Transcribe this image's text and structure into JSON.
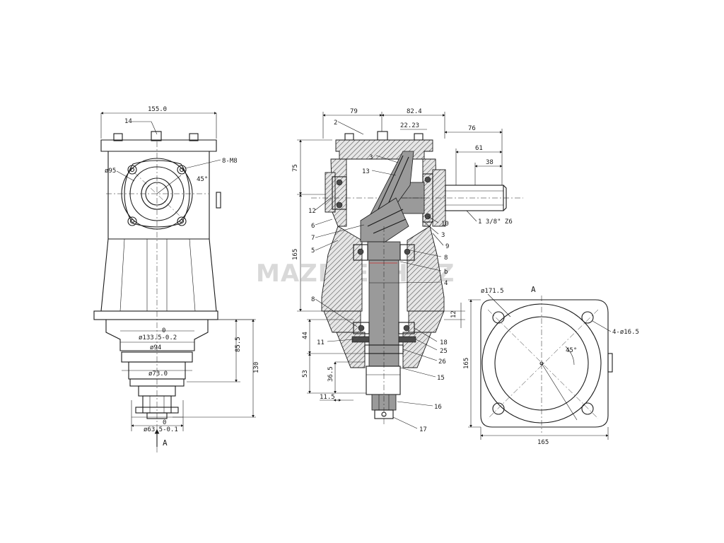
{
  "watermark": "MAZETECH.CZ",
  "left_view": {
    "dims": {
      "width_top": "155.0",
      "bolt_pattern": "8-M8",
      "pcd": "ø95",
      "angle": "45°",
      "d133": "ø133.5-0.2",
      "d133_tol": "0",
      "d94": "ø94",
      "d73": "ø73.0",
      "d63": "ø63.5-0.1",
      "d63_tol": "0",
      "h85": "85.5",
      "h130": "130"
    },
    "callouts": {
      "c14": "14"
    },
    "section_letter": "A"
  },
  "section_view": {
    "dims": {
      "d79": "79",
      "d82": "82.4",
      "d2223": "22.23",
      "d76": "76",
      "d61": "61",
      "d38": "38",
      "d75": "75",
      "d165": "165",
      "d44": "44",
      "d53": "53",
      "d365": "36.5",
      "d115": "11.5",
      "d12": "12",
      "spline": "1 3/8\" Z6"
    },
    "callouts": {
      "c2": "2",
      "c3a": "3",
      "c13": "13",
      "c12": "12",
      "c6": "6",
      "c7": "7",
      "c5": "5",
      "c8a": "8",
      "c8b": "8",
      "c10": "10",
      "c3b": "3",
      "c9": "9",
      "cB": "b",
      "c4": "4",
      "c11": "11",
      "c18": "18",
      "c25": "25",
      "c26": "26",
      "c15": "15",
      "c16": "16",
      "c17": "17"
    }
  },
  "flange_view": {
    "title": "A",
    "dims": {
      "d171": "ø171.5",
      "holes": "4-ø16.5",
      "angle": "45°",
      "w165": "165",
      "h165": "165"
    }
  }
}
